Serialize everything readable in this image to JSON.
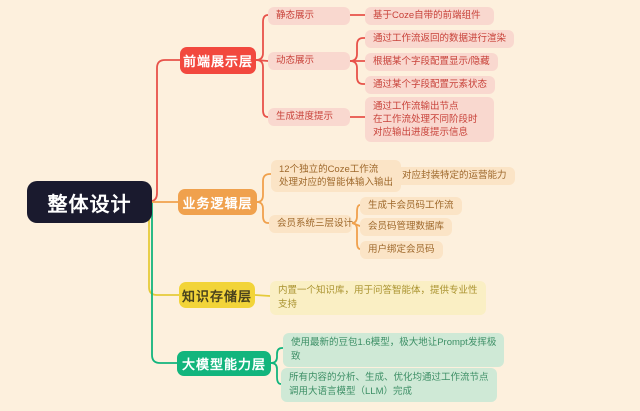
{
  "title": "整体设计思维导图",
  "colors": {
    "background": "#fdf0dd",
    "root_bg": "#1a1a2e",
    "branch_red": "#f2483e",
    "branch_orange": "#f0a14d",
    "branch_yellow": "#f2d439",
    "branch_green": "#12b57d",
    "leaf_pink_bg": "#f9d8cf",
    "leaf_pink_text": "#c8423a",
    "leaf_peach_bg": "#fbe4c6",
    "leaf_peach_text": "#9e682b",
    "leaf_yellow_bg": "#faefc4",
    "leaf_yellow_text": "#a9922e",
    "leaf_green_bg": "#cfe9d6",
    "leaf_green_text": "#3d8f66"
  },
  "nodes": {
    "root": "整体设计",
    "frontend": "前端展示层",
    "static_show": "静态展示",
    "dynamic_show": "动态展示",
    "progress_tip": "生成进度提示",
    "coze_frontend": "基于Coze自带的前端组件",
    "wf_render": "通过工作流返回的数据进行渲染",
    "field_visibility": "根据某个字段配置显示/隐藏",
    "field_state": "通过某个字段配置元素状态",
    "wf_output": "通过工作流输出节点\n在工作流处理不同阶段时\n对应输出进度提示信息",
    "business": "业务逻辑层",
    "workflows12": "12个独立的Coze工作流\n处理对应的智能体输入输出",
    "ops_capability": "对应封装特定的运营能力",
    "member_system": "会员系统三层设计",
    "member_wf": "生成卡会员码工作流",
    "member_db": "会员码管理数据库",
    "member_bind": "用户绑定会员码",
    "knowledge": "知识存储层",
    "knowledge_base": "内置一个知识库，用于问答智能体，提供专业性\n支持",
    "llm": "大模型能力层",
    "doubao": "使用最新的豆包1.6模型，极大地让Prompt发挥极\n致",
    "llm_nodes": "所有内容的分析、生成、优化均通过工作流节点\n调用大语言模型（LLM）完成"
  }
}
